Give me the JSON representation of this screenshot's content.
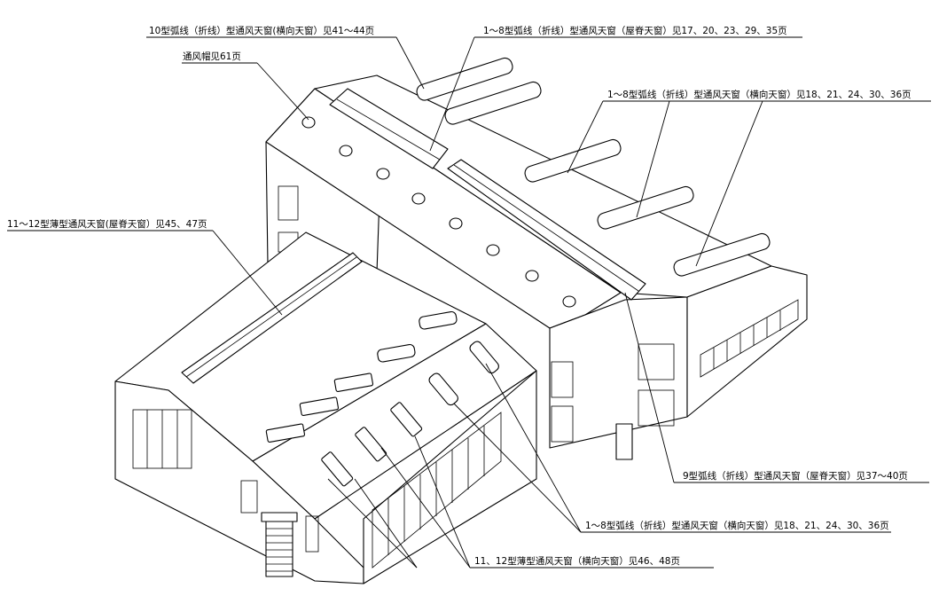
{
  "callouts": [
    {
      "id": "c1",
      "text": "10型弧线（折线）型通风天窗(横向天窗）见41～44页"
    },
    {
      "id": "c2",
      "text": "通风帽见61页"
    },
    {
      "id": "c3",
      "text": "1～8型弧线（折线）型通风天窗（屋脊天窗）见17、20、23、29、35页"
    },
    {
      "id": "c4",
      "text": "1～8型弧线（折线）型通风天窗（横向天窗）见18、21、24、30、36页"
    },
    {
      "id": "c5",
      "text": "11～12型薄型通风天窗(屋脊天窗）见45、47页"
    },
    {
      "id": "c6",
      "text": "9型弧线（折线）型通风天窗（屋脊天窗）见37～40页"
    },
    {
      "id": "c7",
      "text": "1～8型弧线（折线）型通风天窗（横向天窗）见18、21、24、30、36页"
    },
    {
      "id": "c8",
      "text": "11、12型薄型通风天窗（横向天窗）见46、48页"
    }
  ]
}
